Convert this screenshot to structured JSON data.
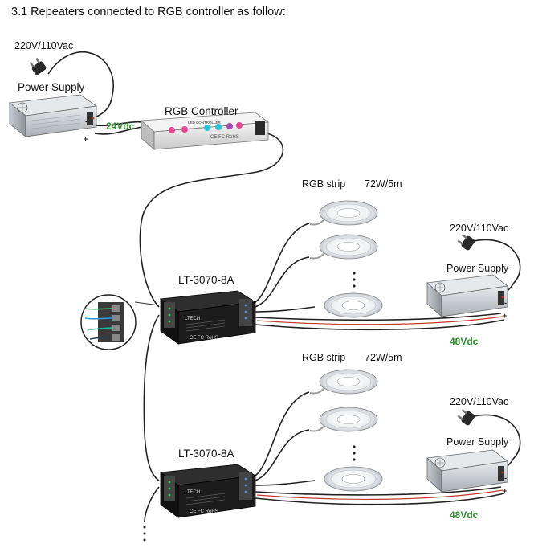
{
  "section_title": "3.1  Repeaters connected to RGB controller as follow:",
  "mains_label": "220V/110Vac",
  "power_supply_label": "Power Supply",
  "controller_label": "RGB Controller",
  "controller_voltage": "24Vdc",
  "strip_label": "RGB strip",
  "strip_power": "72W/5m",
  "repeater_label": "LT-3070-8A",
  "repeater_voltage": "48Vdc",
  "controller_text": "LED CONTROLLER",
  "repeater_brand": "LTECH",
  "cert_marks": "CE FC RoHS",
  "colors": {
    "wire": "#222222",
    "voltage_green": "#2f8f2f",
    "device_dark": "#1c1c1c",
    "device_silver": "#cfd3d8"
  }
}
